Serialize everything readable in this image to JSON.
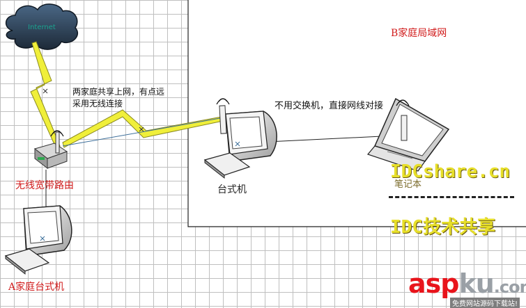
{
  "diagram": {
    "b_lan_label": "B家庭局域网",
    "sharing_note": "两家庭共享上网，有点远采用无线连接",
    "direct_note": "不用交换机，直接网线对接",
    "router_label": "无线宽带路由",
    "desktop_label": "台式机",
    "laptop_label": "笔记本",
    "a_pc_label": "A家庭台式机",
    "cloud_label": "Internet"
  },
  "watermark": {
    "idc_domain": "IDCshare.cn",
    "idc_cn": "IDC技术共享",
    "aspku_asp": "asp",
    "aspku_ku": "ku",
    "aspku_com": ".com",
    "aspku_sub": "免费网站源码下载站!"
  },
  "colors": {
    "grid": "#bfbfbf",
    "label_red": "#d11b1b",
    "lightning": "#f0ef3a",
    "cloud": "#33485e",
    "watermark_yellow": "#e7df2a"
  }
}
